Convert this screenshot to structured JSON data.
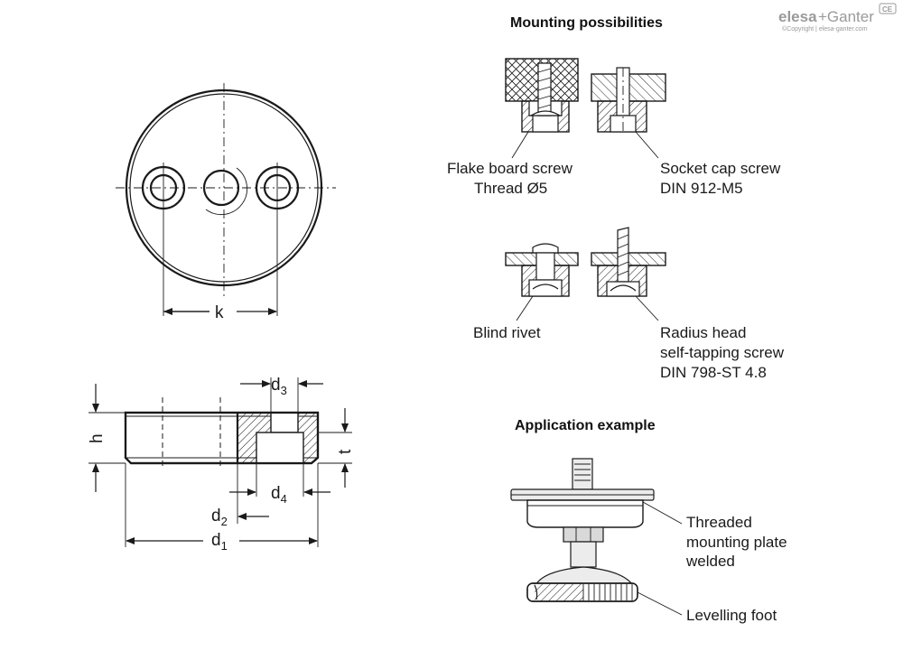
{
  "brand": {
    "logo_text_left": "elesa",
    "logo_text_right": "+Ganter",
    "copyright": "©Copyright | elesa-ganter.com",
    "badge": "CE"
  },
  "dimensions": {
    "k": "k",
    "d3_main": "d",
    "d3_sub": "3",
    "d4_main": "d",
    "d4_sub": "4",
    "d2_main": "d",
    "d2_sub": "2",
    "d1_main": "d",
    "d1_sub": "1",
    "h": "h",
    "t": "t"
  },
  "mounting": {
    "title": "Mounting possibilities",
    "flake_board_line1": "Flake board screw",
    "flake_board_line2": "Thread Ø5",
    "socket_cap_line1": "Socket cap screw",
    "socket_cap_line2": "DIN 912-M5",
    "blind_rivet": "Blind rivet",
    "radius_head_line1": "Radius head",
    "radius_head_line2": "self-tapping screw",
    "radius_head_line3": "DIN 798-ST 4.8"
  },
  "application": {
    "title": "Application example",
    "threaded_line1": "Threaded",
    "threaded_line2": "mounting plate",
    "threaded_line3": "welded",
    "levelling_foot": "Levelling foot"
  }
}
